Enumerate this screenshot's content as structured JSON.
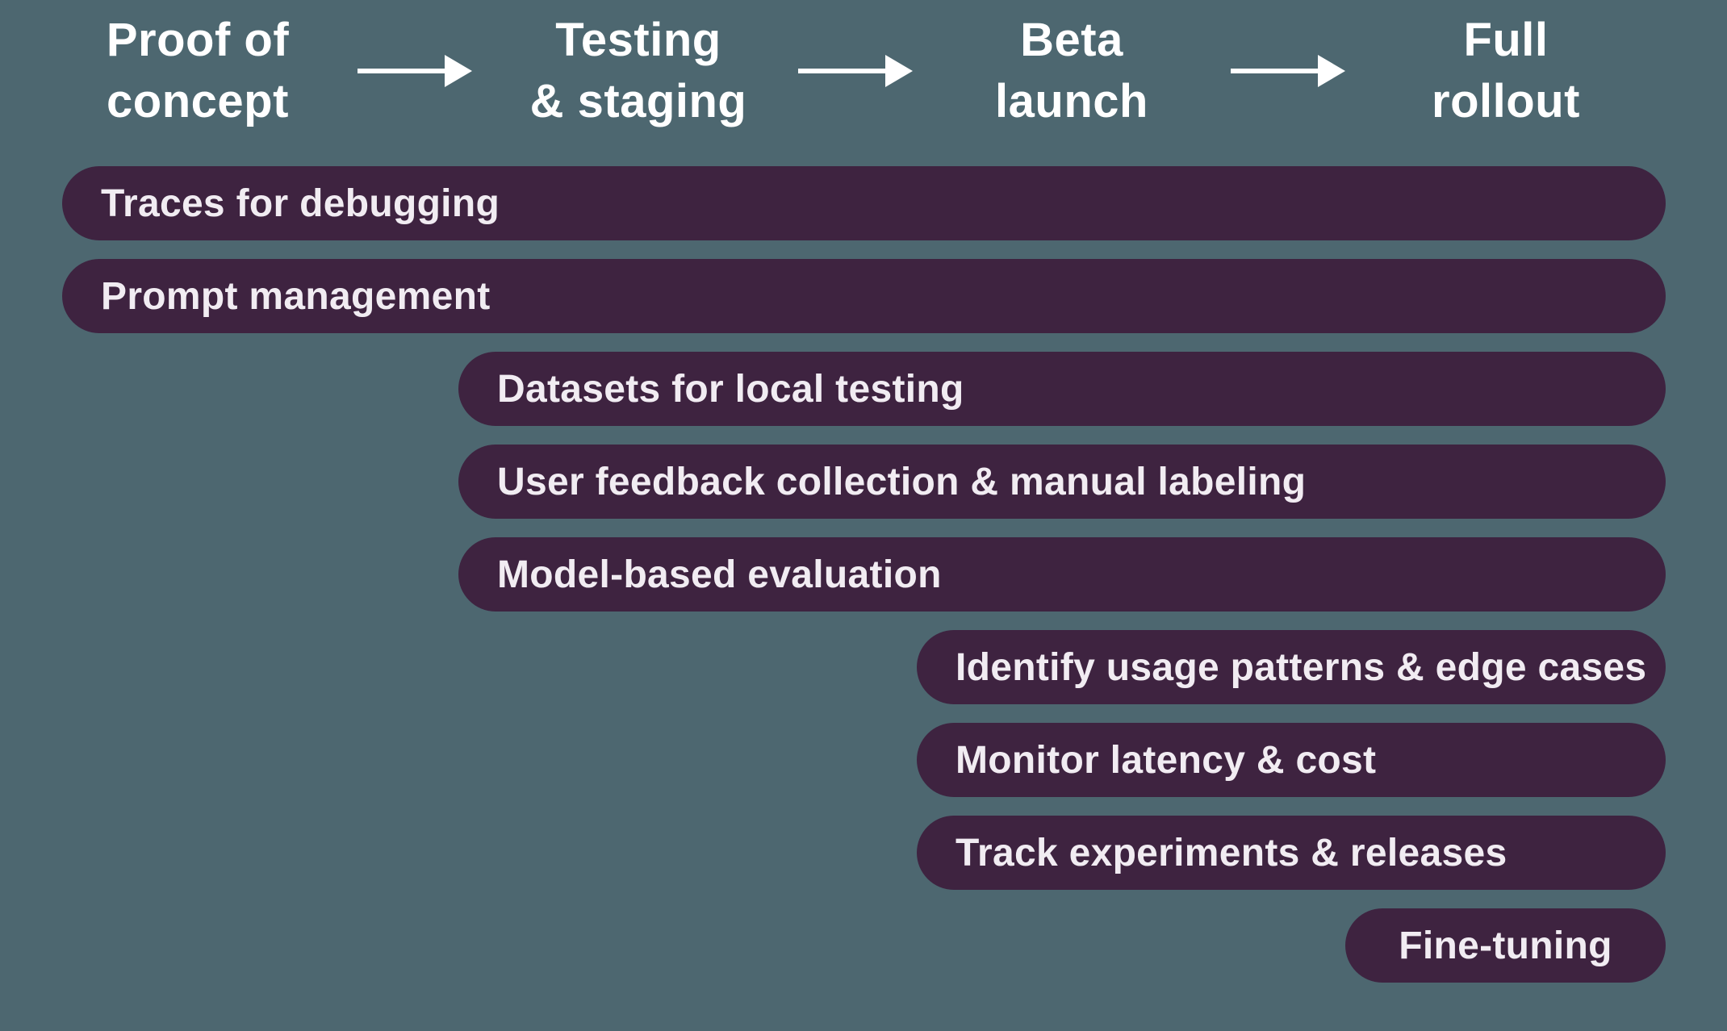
{
  "colors": {
    "background": "#4d6770",
    "bar_fill": "#3e2340",
    "bar_text": "#f1ecf2",
    "header_text": "#ffffff",
    "arrow": "#ffffff"
  },
  "stages": [
    {
      "label": "Proof of\nconcept"
    },
    {
      "label": "Testing\n& staging"
    },
    {
      "label": "Beta\nlaunch"
    },
    {
      "label": "Full\nrollout"
    }
  ],
  "bars": [
    {
      "label": "Traces for debugging",
      "start_stage": "Proof of concept"
    },
    {
      "label": "Prompt management",
      "start_stage": "Proof of concept"
    },
    {
      "label": "Datasets for local testing",
      "start_stage": "Testing & staging"
    },
    {
      "label": "User feedback collection & manual labeling",
      "start_stage": "Testing & staging"
    },
    {
      "label": "Model-based evaluation",
      "start_stage": "Testing & staging"
    },
    {
      "label": "Identify usage patterns & edge cases",
      "start_stage": "Beta launch"
    },
    {
      "label": "Monitor latency & cost",
      "start_stage": "Beta launch"
    },
    {
      "label": "Track experiments & releases",
      "start_stage": "Beta launch"
    },
    {
      "label": "Fine-tuning",
      "start_stage": "Full rollout"
    }
  ]
}
